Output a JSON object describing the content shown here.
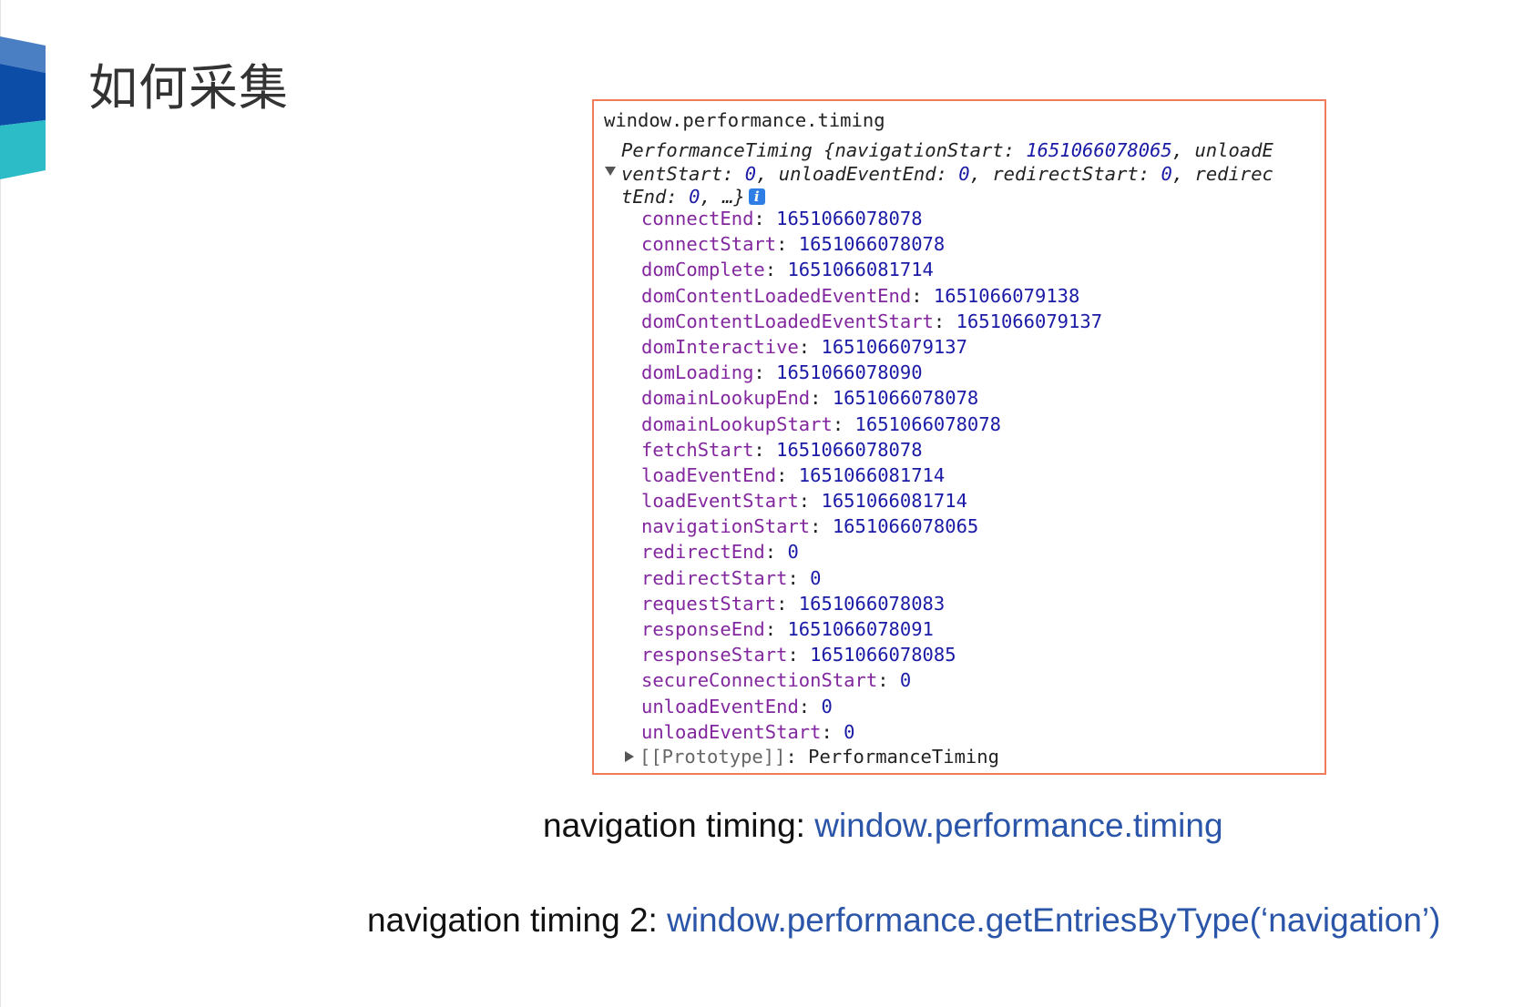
{
  "slide": {
    "title": "如何采集",
    "brand_colors": [
      "#4a7fc4",
      "#0c4da8",
      "#2bbcc8"
    ]
  },
  "console": {
    "border_color": "#ef7b58",
    "command": "window.performance.timing",
    "summary_lines": [
      {
        "parts": [
          {
            "t": "PerformanceTiming {",
            "c": "p"
          },
          {
            "t": "navigationStart",
            "c": "p"
          },
          {
            "t": ": ",
            "c": "p"
          },
          {
            "t": "1651066078065",
            "c": "v"
          },
          {
            "t": ", unloadE",
            "c": "p"
          }
        ]
      },
      {
        "parts": [
          {
            "t": "ventStart",
            "c": "p"
          },
          {
            "t": ": ",
            "c": "p"
          },
          {
            "t": "0",
            "c": "v"
          },
          {
            "t": ", unloadEventEnd",
            "c": "p"
          },
          {
            "t": ": ",
            "c": "p"
          },
          {
            "t": "0",
            "c": "v"
          },
          {
            "t": ", redirectStart",
            "c": "p"
          },
          {
            "t": ": ",
            "c": "p"
          },
          {
            "t": "0",
            "c": "v"
          },
          {
            "t": ", redirec",
            "c": "p"
          }
        ]
      },
      {
        "parts": [
          {
            "t": "tEnd",
            "c": "p"
          },
          {
            "t": ": ",
            "c": "p"
          },
          {
            "t": "0",
            "c": "v"
          },
          {
            "t": ", …}",
            "c": "p"
          }
        ]
      }
    ],
    "info_icon": "info-icon",
    "info_glyph": "i",
    "properties": [
      {
        "key": "connectEnd",
        "value": "1651066078078"
      },
      {
        "key": "connectStart",
        "value": "1651066078078"
      },
      {
        "key": "domComplete",
        "value": "1651066081714"
      },
      {
        "key": "domContentLoadedEventEnd",
        "value": "1651066079138"
      },
      {
        "key": "domContentLoadedEventStart",
        "value": "1651066079137"
      },
      {
        "key": "domInteractive",
        "value": "1651066079137"
      },
      {
        "key": "domLoading",
        "value": "1651066078090"
      },
      {
        "key": "domainLookupEnd",
        "value": "1651066078078"
      },
      {
        "key": "domainLookupStart",
        "value": "1651066078078"
      },
      {
        "key": "fetchStart",
        "value": "1651066078078"
      },
      {
        "key": "loadEventEnd",
        "value": "1651066081714"
      },
      {
        "key": "loadEventStart",
        "value": "1651066081714"
      },
      {
        "key": "navigationStart",
        "value": "1651066078065"
      },
      {
        "key": "redirectEnd",
        "value": "0"
      },
      {
        "key": "redirectStart",
        "value": "0"
      },
      {
        "key": "requestStart",
        "value": "1651066078083"
      },
      {
        "key": "responseEnd",
        "value": "1651066078091"
      },
      {
        "key": "responseStart",
        "value": "1651066078085"
      },
      {
        "key": "secureConnectionStart",
        "value": "0"
      },
      {
        "key": "unloadEventEnd",
        "value": "0"
      },
      {
        "key": "unloadEventStart",
        "value": "0"
      }
    ],
    "prototype": {
      "key": "[[Prototype]]",
      "value": "PerformanceTiming"
    }
  },
  "captions": [
    {
      "label": "navigation timing: ",
      "code": "window.performance.timing"
    },
    {
      "label": "navigation timing 2: ",
      "code": "window.performance.getEntriesByType(‘navigation’)"
    }
  ],
  "colors": {
    "key": "#82279e",
    "value": "#1a1aa6",
    "link": "#2a55a8"
  }
}
